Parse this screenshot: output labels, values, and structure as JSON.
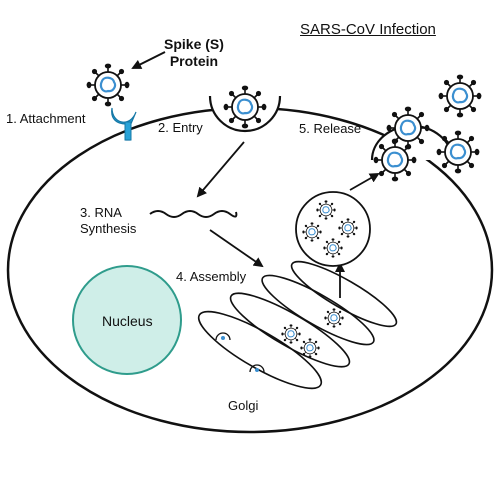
{
  "title": "SARS-CoV Infection",
  "spike_label_line1": "Spike (S)",
  "spike_label_line2": "Protein",
  "steps": {
    "attachment": "1. Attachment",
    "entry": "2. Entry",
    "rna_line1": "3. RNA",
    "rna_line2": "Synthesis",
    "assembly": "4. Assembly",
    "release": "5. Release"
  },
  "nucleus": "Nucleus",
  "golgi": "Golgi",
  "colors": {
    "nucleus_fill": "#cfeee8",
    "nucleus_stroke": "#2f9c8c",
    "virus_blue": "#3b8fd0",
    "receptor_blue": "#29a3d8",
    "outline": "#111111"
  }
}
